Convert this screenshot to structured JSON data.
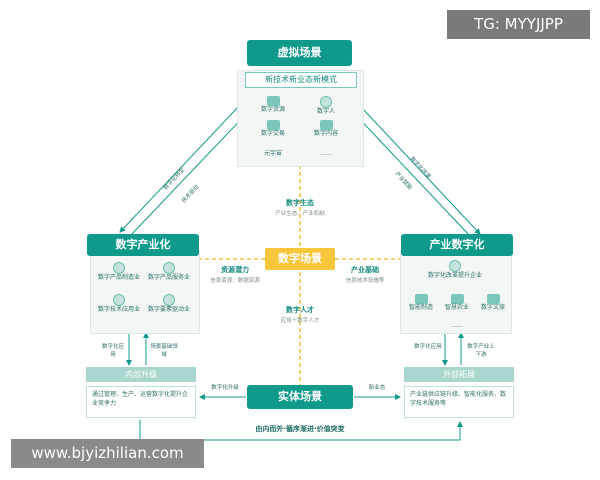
{
  "watermark_top": "TG: MYYJJPP",
  "watermark_bottom": "www.bjyizhilian.com",
  "virtual": {
    "title": "虚拟场景",
    "subtitle": "新技术新业态新模式",
    "items": [
      "数字资源",
      "数字人",
      "数字交易",
      "数字内容",
      "元宇宙",
      "……"
    ]
  },
  "hub": {
    "title": "数字场景"
  },
  "eco": {
    "title": "数字生态",
    "sub": "产业生态、产业机制"
  },
  "resource": {
    "title": "资源潜力",
    "sub": "信息资源、数据资源"
  },
  "base": {
    "title": "产业基础",
    "sub": "信息技术设施等"
  },
  "talent": {
    "title": "数字人才",
    "sub": "应用＋数字人才"
  },
  "left": {
    "title": "数字产业化",
    "items": [
      "数字产品制造业",
      "数字产品服务业",
      "数字技术应用业",
      "数字要素驱动业"
    ],
    "arrow_left": "数字化应用",
    "arrow_right": "场景基础领域",
    "bar": "内部升级",
    "desc": "通过管理、生产、运营数字化提升企业竞争力"
  },
  "right": {
    "title": "产业数字化",
    "top_item": "数字化改革提升企业",
    "items": [
      "智能制造",
      "智慧农业",
      "数字文旅"
    ],
    "more": "……",
    "arrow_left": "数字化应用",
    "arrow_right": "数字产业上下游",
    "bar": "外部拓展",
    "desc": "产业链供应链升级、智能化服务、数字技术服务等"
  },
  "real": {
    "title": "实体场景",
    "left_label": "数字化升级",
    "right_label": "新业态"
  },
  "bottom_label": "由内而外·循序渐进·价值突变",
  "diag": {
    "ul_a": "数字化转型",
    "ul_b": "技术驱动",
    "ur_a": "数字化改革",
    "ur_b": "产业赋能"
  },
  "colors": {
    "teal": "#0f9a8c",
    "yellow": "#f8c63a",
    "light": "#a9d7cf"
  }
}
